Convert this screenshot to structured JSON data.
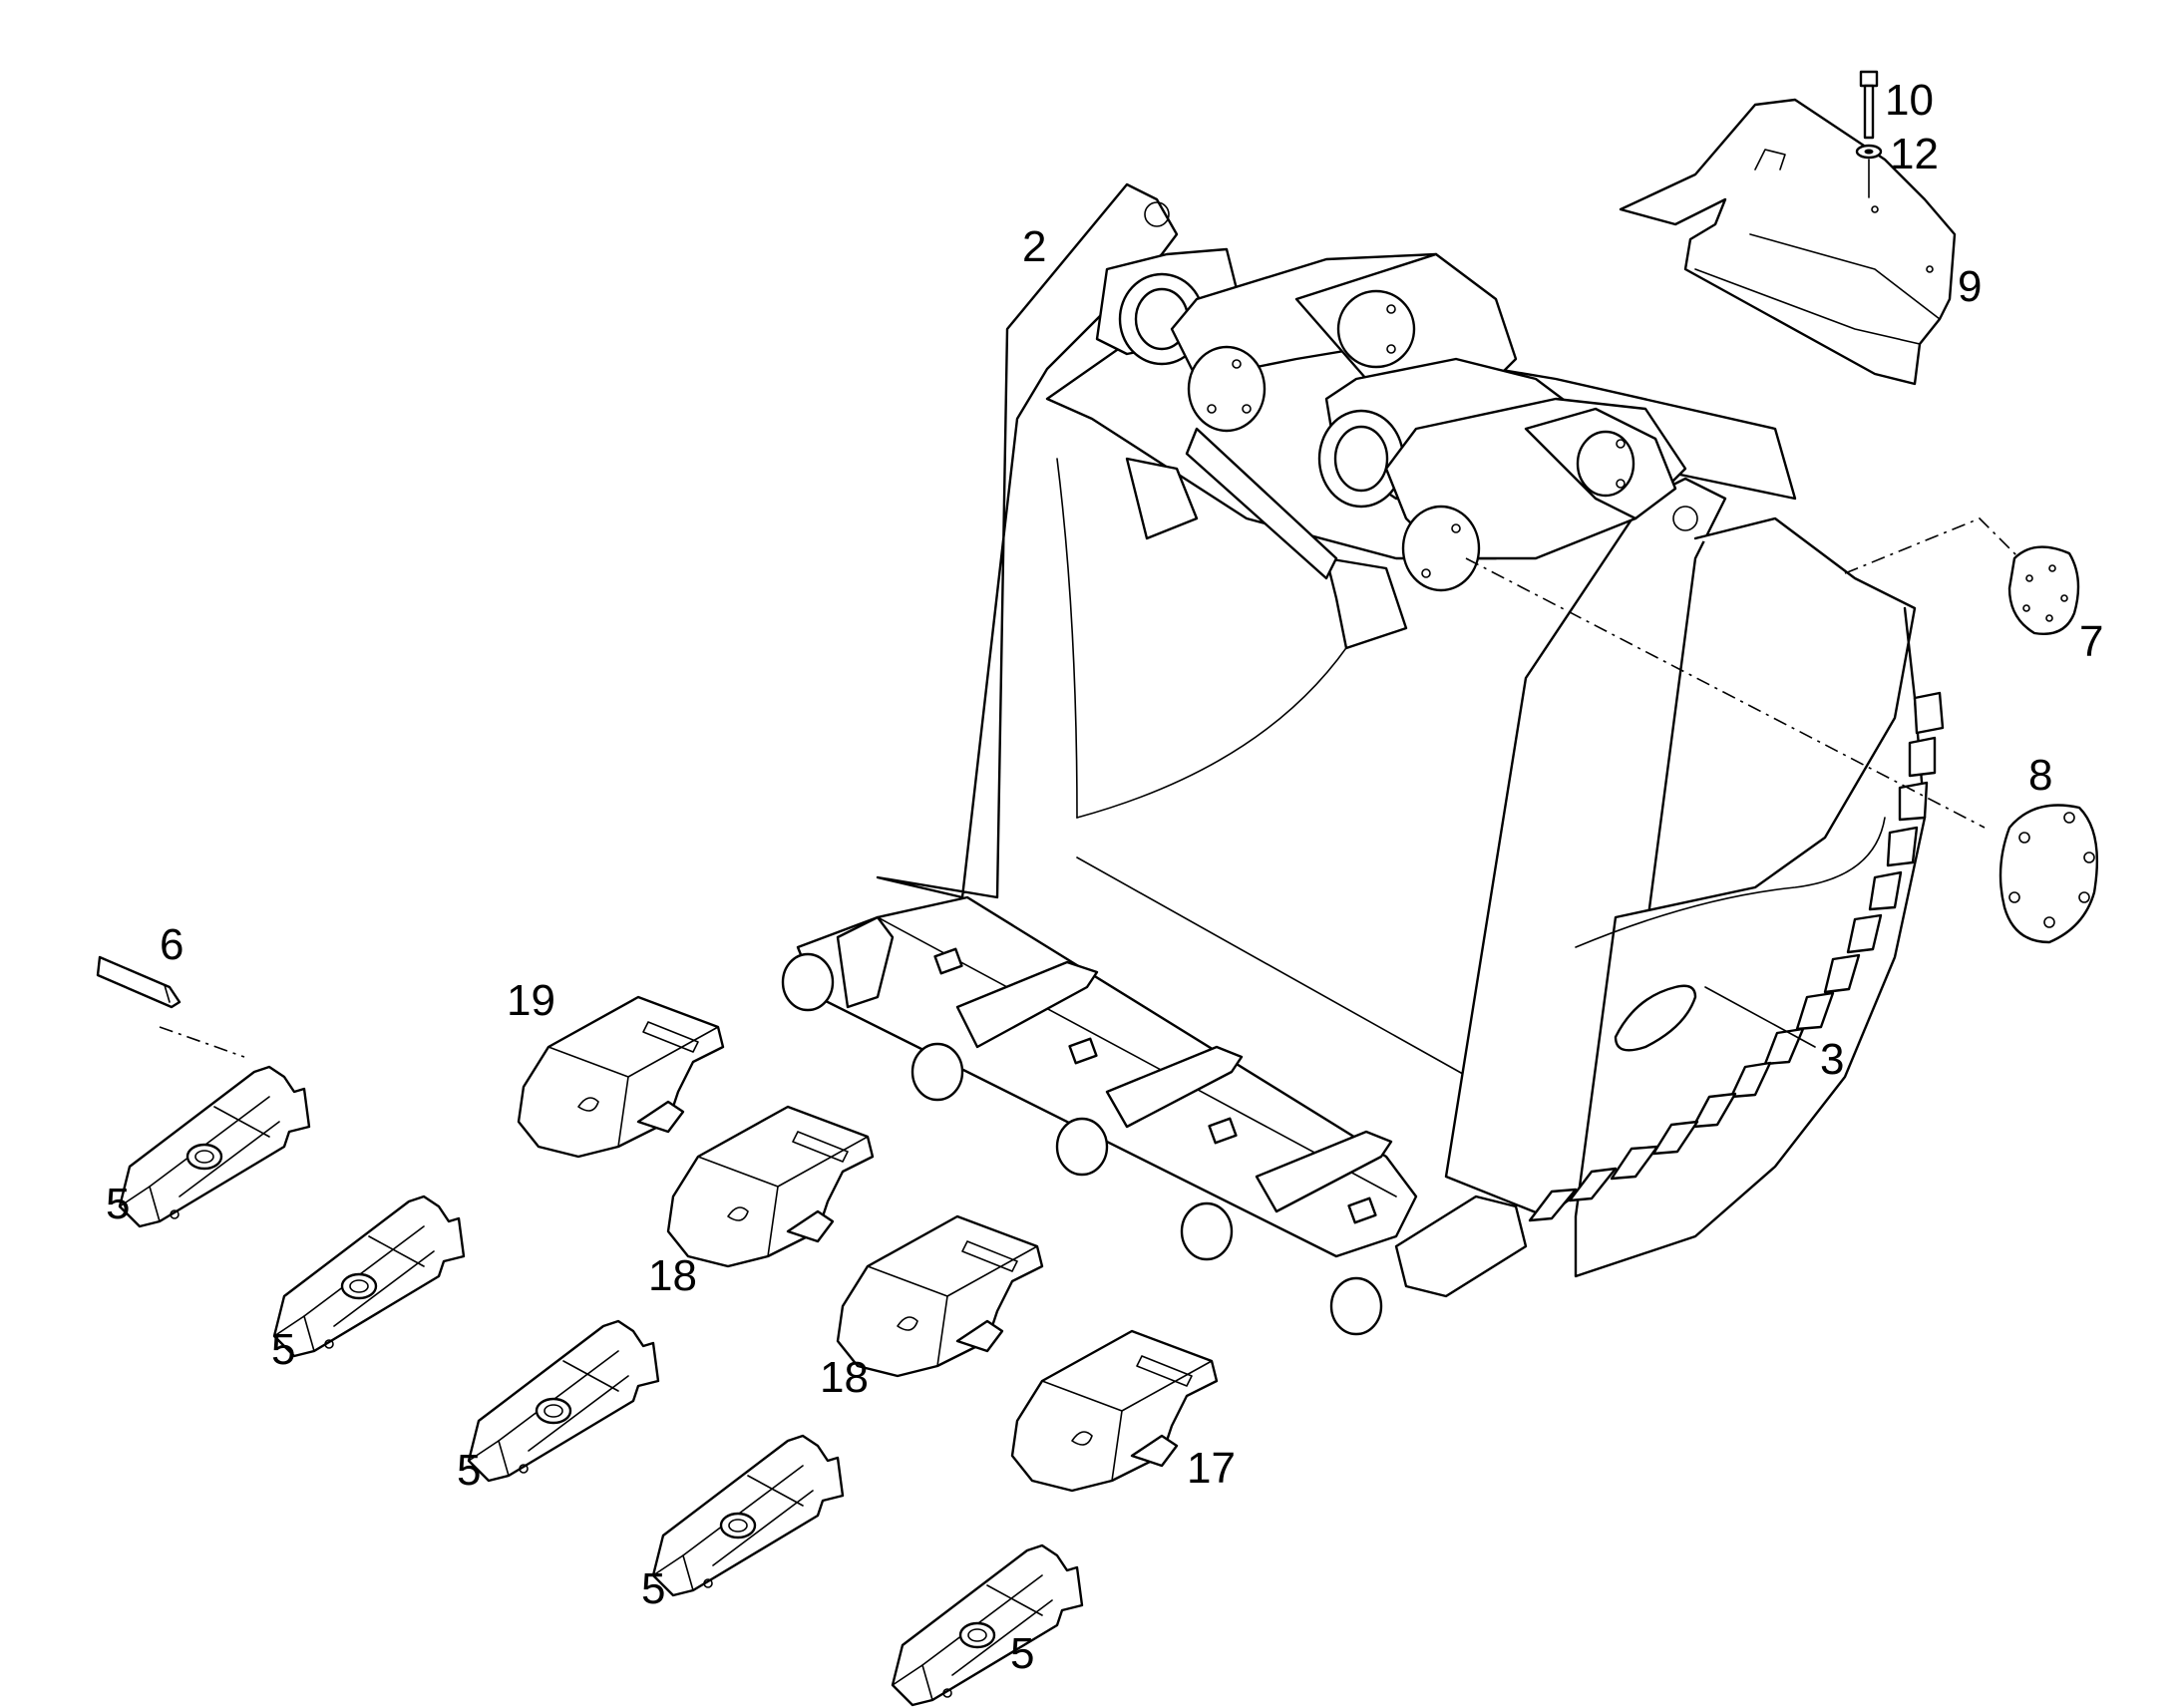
{
  "callouts": {
    "c2": "2",
    "c3": "3",
    "c5a": "5",
    "c5b": "5",
    "c5c": "5",
    "c5d": "5",
    "c5e": "5",
    "c6": "6",
    "c7": "7",
    "c8": "8",
    "c9": "9",
    "c10": "10",
    "c12": "12",
    "c17": "17",
    "c18a": "18",
    "c18b": "18",
    "c19": "19"
  },
  "colors": {
    "line": "#000000",
    "background": "#ffffff"
  }
}
